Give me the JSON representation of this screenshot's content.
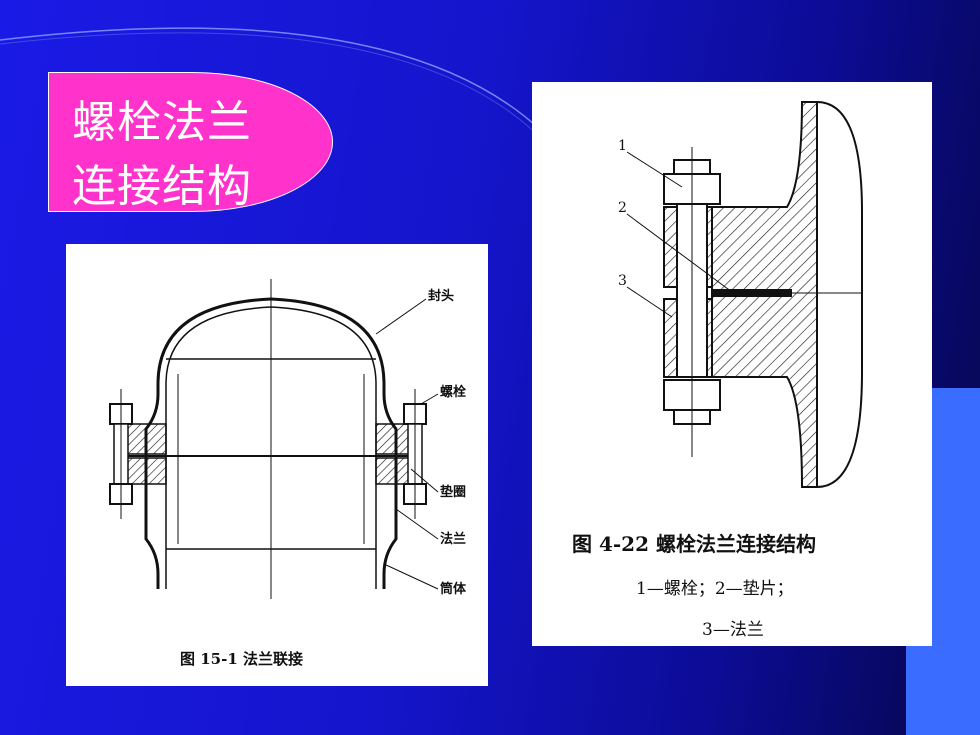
{
  "slide": {
    "title_line1": "螺栓法兰",
    "title_line2": "连接结构"
  },
  "figure_left": {
    "labels": {
      "head": "封头",
      "bolt": "螺栓",
      "gasket": "垫圈",
      "flange": "法兰",
      "shell": "筒体"
    },
    "caption": "图 15-1   法兰联接"
  },
  "figure_right": {
    "labels": {
      "n1": "1",
      "n2": "2",
      "n3": "3"
    },
    "caption_title": "图 4-22   螺栓法兰连接结构",
    "caption_line1": "1—螺栓；2—垫片；",
    "caption_line2": "3—法兰"
  },
  "colors": {
    "background": "#1515cc",
    "title_box": "#ff33cc",
    "accent_tab": "#3a6cff"
  }
}
